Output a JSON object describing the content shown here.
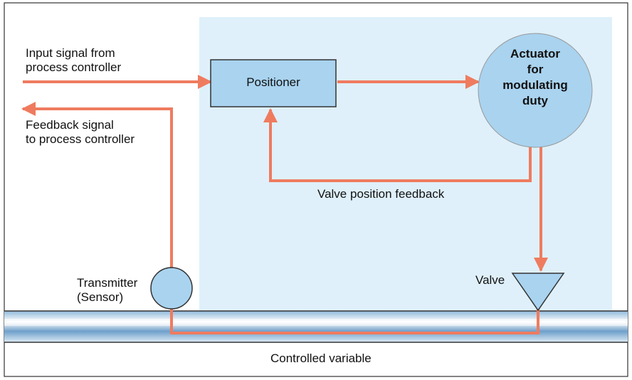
{
  "labels": {
    "input_signal": "Input signal from\nprocess controller",
    "feedback_signal": "Feedback signal\nto process controller",
    "positioner": "Positioner",
    "actuator": "Actuator\nfor\nmodulating\nduty",
    "valve_position_feedback": "Valve position feedback",
    "transmitter": "Transmitter\n(Sensor)",
    "valve": "Valve",
    "controlled_variable": "Controlled variable"
  },
  "colors": {
    "signal_line": "#ef7b5f",
    "component_fill": "#a9d3ef",
    "shaded_area": "#dff0fa",
    "pipe": "#b9d6ea",
    "border": "#333333"
  }
}
